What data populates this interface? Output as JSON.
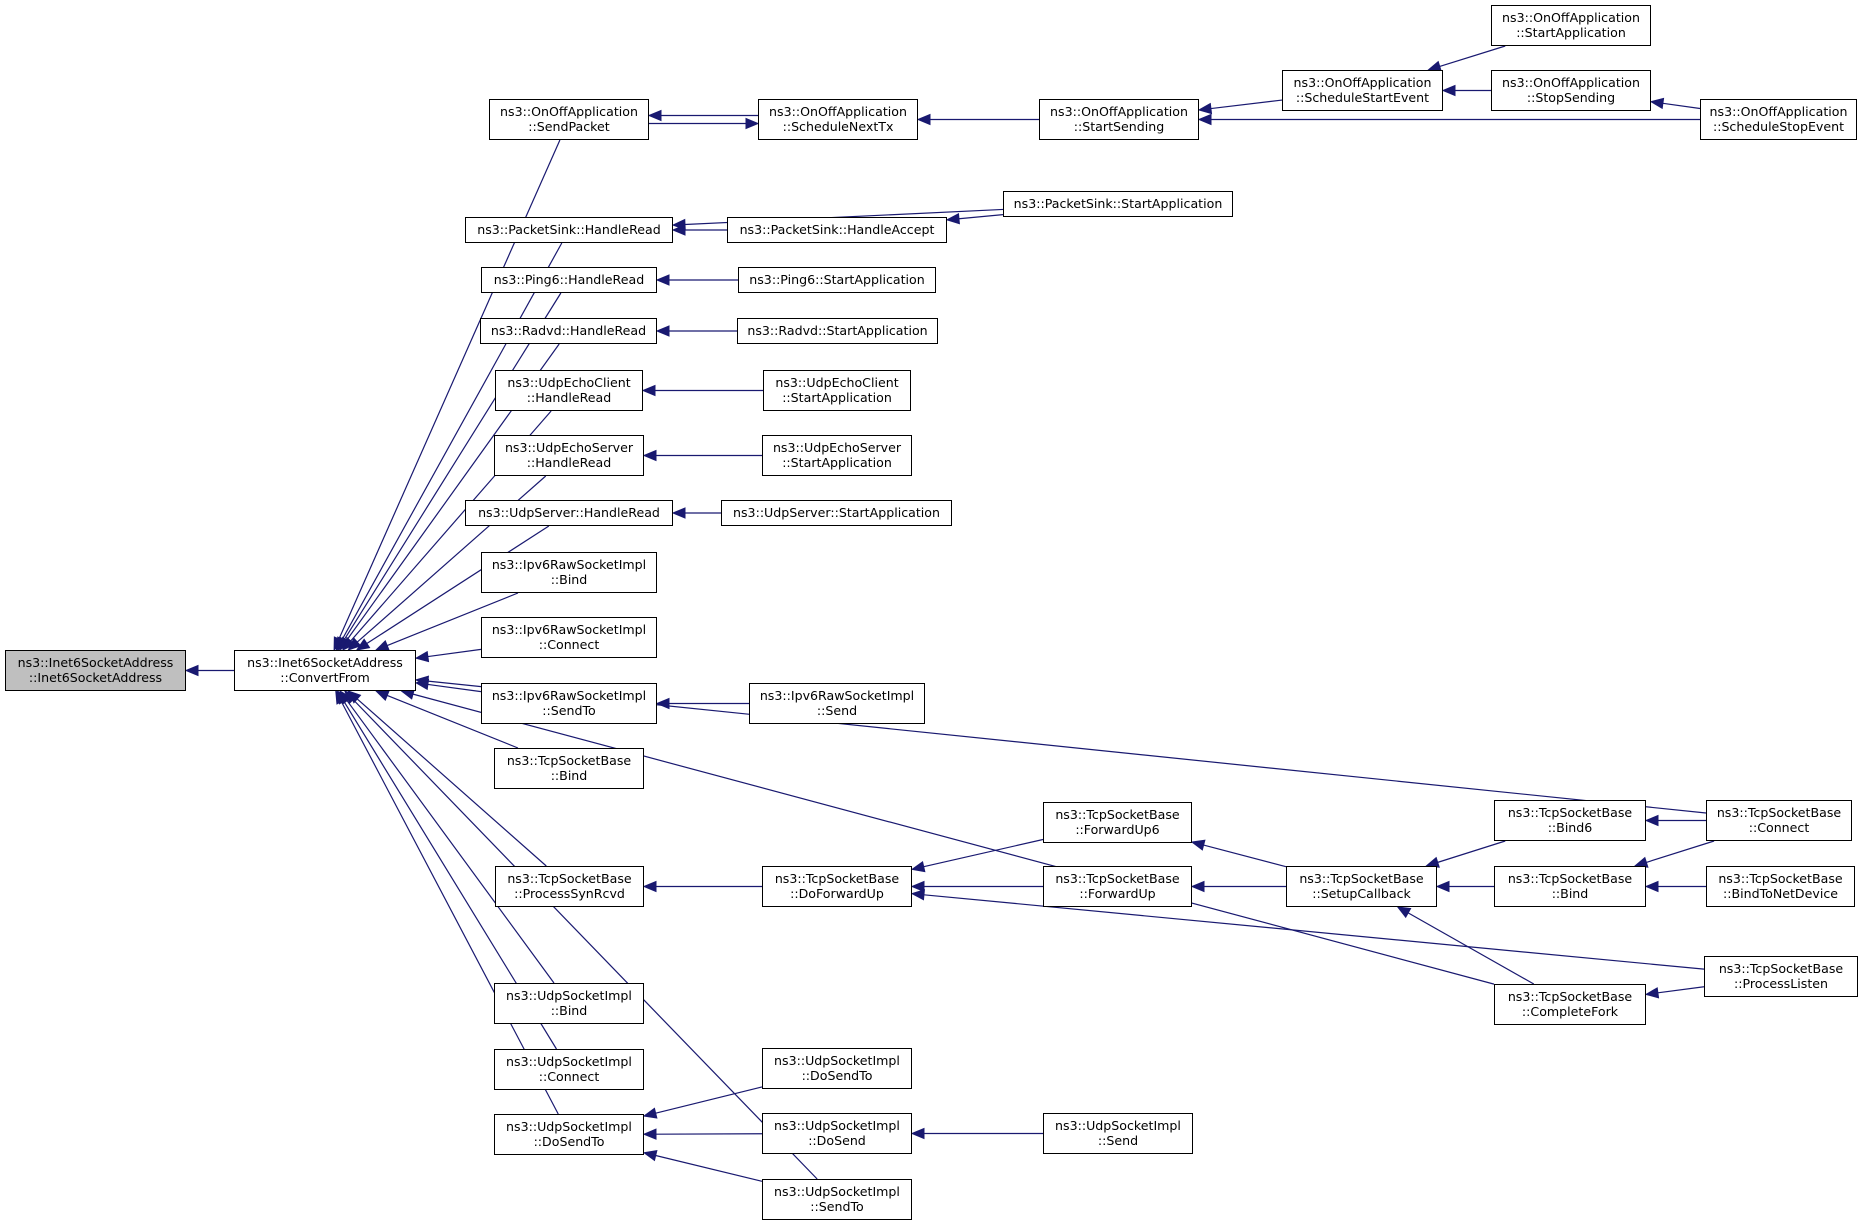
{
  "colors": {
    "edge": "#191970",
    "node_border": "#000000",
    "node_fill": "#ffffff",
    "root_fill": "#bfbfbf"
  },
  "nodes": {
    "root": [
      "ns3::Inet6SocketAddress",
      "::Inet6SocketAddress"
    ],
    "convertfrom": [
      "ns3::Inet6SocketAddress",
      "::ConvertFrom"
    ],
    "onoff_sendpacket": [
      "ns3::OnOffApplication",
      "::SendPacket"
    ],
    "onoff_schedulenexttx": [
      "ns3::OnOffApplication",
      "::ScheduleNextTx"
    ],
    "onoff_startsending": [
      "ns3::OnOffApplication",
      "::StartSending"
    ],
    "onoff_schedulestartevent": [
      "ns3::OnOffApplication",
      "::ScheduleStartEvent"
    ],
    "onoff_startapplication": [
      "ns3::OnOffApplication",
      "::StartApplication"
    ],
    "onoff_stopsending": [
      "ns3::OnOffApplication",
      "::StopSending"
    ],
    "onoff_schedulestopevent": [
      "ns3::OnOffApplication",
      "::ScheduleStopEvent"
    ],
    "packetsink_handleread": [
      "ns3::PacketSink::HandleRead"
    ],
    "packetsink_handleaccept": [
      "ns3::PacketSink::HandleAccept"
    ],
    "packetsink_startapplication": [
      "ns3::PacketSink::StartApplication"
    ],
    "ping6_handleread": [
      "ns3::Ping6::HandleRead"
    ],
    "ping6_startapplication": [
      "ns3::Ping6::StartApplication"
    ],
    "radvd_handleread": [
      "ns3::Radvd::HandleRead"
    ],
    "radvd_startapplication": [
      "ns3::Radvd::StartApplication"
    ],
    "udpechoclient_handleread": [
      "ns3::UdpEchoClient",
      "::HandleRead"
    ],
    "udpechoclient_startapplication": [
      "ns3::UdpEchoClient",
      "::StartApplication"
    ],
    "udpechoserver_handleread": [
      "ns3::UdpEchoServer",
      "::HandleRead"
    ],
    "udpechoserver_startapplication": [
      "ns3::UdpEchoServer",
      "::StartApplication"
    ],
    "udpserver_handleread": [
      "ns3::UdpServer::HandleRead"
    ],
    "udpserver_startapplication": [
      "ns3::UdpServer::StartApplication"
    ],
    "ipv6raw_bind": [
      "ns3::Ipv6RawSocketImpl",
      "::Bind"
    ],
    "ipv6raw_connect": [
      "ns3::Ipv6RawSocketImpl",
      "::Connect"
    ],
    "ipv6raw_sendto": [
      "ns3::Ipv6RawSocketImpl",
      "::SendTo"
    ],
    "ipv6raw_send": [
      "ns3::Ipv6RawSocketImpl",
      "::Send"
    ],
    "tcp_bind_left": [
      "ns3::TcpSocketBase",
      "::Bind"
    ],
    "tcp_connect": [
      "ns3::TcpSocketBase",
      "::Connect"
    ],
    "tcp_processsynrcvd": [
      "ns3::TcpSocketBase",
      "::ProcessSynRcvd"
    ],
    "tcp_doforwardup": [
      "ns3::TcpSocketBase",
      "::DoForwardUp"
    ],
    "tcp_forwardup6": [
      "ns3::TcpSocketBase",
      "::ForwardUp6"
    ],
    "tcp_forwardup": [
      "ns3::TcpSocketBase",
      "::ForwardUp"
    ],
    "tcp_setupcallback": [
      "ns3::TcpSocketBase",
      "::SetupCallback"
    ],
    "tcp_bind6": [
      "ns3::TcpSocketBase",
      "::Bind6"
    ],
    "tcp_bind_right": [
      "ns3::TcpSocketBase",
      "::Bind"
    ],
    "tcp_bindtonetdevice": [
      "ns3::TcpSocketBase",
      "::BindToNetDevice"
    ],
    "tcp_completefork": [
      "ns3::TcpSocketBase",
      "::CompleteFork"
    ],
    "tcp_processlisten": [
      "ns3::TcpSocketBase",
      "::ProcessListen"
    ],
    "udpimpl_bind": [
      "ns3::UdpSocketImpl",
      "::Bind"
    ],
    "udpimpl_connect": [
      "ns3::UdpSocketImpl",
      "::Connect"
    ],
    "udpimpl_dosendto_left": [
      "ns3::UdpSocketImpl",
      "::DoSendTo"
    ],
    "udpimpl_dosendto_mid": [
      "ns3::UdpSocketImpl",
      "::DoSendTo"
    ],
    "udpimpl_dosend": [
      "ns3::UdpSocketImpl",
      "::DoSend"
    ],
    "udpimpl_send": [
      "ns3::UdpSocketImpl",
      "::Send"
    ],
    "udpimpl_sendto": [
      "ns3::UdpSocketImpl",
      "::SendTo"
    ]
  },
  "edges": [
    [
      "convertfrom",
      "root"
    ],
    [
      "onoff_sendpacket",
      "convertfrom"
    ],
    [
      "packetsink_handleread",
      "convertfrom"
    ],
    [
      "ping6_handleread",
      "convertfrom"
    ],
    [
      "radvd_handleread",
      "convertfrom"
    ],
    [
      "udpechoclient_handleread",
      "convertfrom"
    ],
    [
      "udpechoserver_handleread",
      "convertfrom"
    ],
    [
      "udpserver_handleread",
      "convertfrom"
    ],
    [
      "ipv6raw_bind",
      "convertfrom"
    ],
    [
      "ipv6raw_connect",
      "convertfrom"
    ],
    [
      "ipv6raw_sendto",
      "convertfrom"
    ],
    [
      "tcp_bind_left",
      "convertfrom"
    ],
    [
      "tcp_connect",
      "convertfrom"
    ],
    [
      "tcp_processsynrcvd",
      "convertfrom"
    ],
    [
      "tcp_completefork",
      "convertfrom"
    ],
    [
      "udpimpl_bind",
      "convertfrom"
    ],
    [
      "udpimpl_connect",
      "convertfrom"
    ],
    [
      "udpimpl_dosendto_left",
      "convertfrom"
    ],
    [
      "udpimpl_sendto",
      "convertfrom"
    ],
    [
      "onoff_schedulenexttx",
      "onoff_sendpacket"
    ],
    [
      "onoff_sendpacket",
      "onoff_schedulenexttx"
    ],
    [
      "onoff_startsending",
      "onoff_schedulenexttx"
    ],
    [
      "onoff_schedulestartevent",
      "onoff_startsending"
    ],
    [
      "onoff_schedulestopevent",
      "onoff_startsending"
    ],
    [
      "onoff_startapplication",
      "onoff_schedulestartevent"
    ],
    [
      "onoff_stopsending",
      "onoff_schedulestartevent"
    ],
    [
      "onoff_schedulestopevent",
      "onoff_stopsending"
    ],
    [
      "packetsink_handleaccept",
      "packetsink_handleread"
    ],
    [
      "packetsink_startapplication",
      "packetsink_handleread"
    ],
    [
      "packetsink_startapplication",
      "packetsink_handleaccept"
    ],
    [
      "ping6_startapplication",
      "ping6_handleread"
    ],
    [
      "radvd_startapplication",
      "radvd_handleread"
    ],
    [
      "udpechoclient_startapplication",
      "udpechoclient_handleread"
    ],
    [
      "udpechoserver_startapplication",
      "udpechoserver_handleread"
    ],
    [
      "udpserver_startapplication",
      "udpserver_handleread"
    ],
    [
      "ipv6raw_send",
      "ipv6raw_sendto"
    ],
    [
      "tcp_doforwardup",
      "tcp_processsynrcvd"
    ],
    [
      "tcp_forwardup6",
      "tcp_doforwardup"
    ],
    [
      "tcp_forwardup",
      "tcp_doforwardup"
    ],
    [
      "tcp_processlisten",
      "tcp_doforwardup"
    ],
    [
      "tcp_setupcallback",
      "tcp_forwardup6"
    ],
    [
      "tcp_setupcallback",
      "tcp_forwardup"
    ],
    [
      "tcp_bind6",
      "tcp_setupcallback"
    ],
    [
      "tcp_bind_right",
      "tcp_setupcallback"
    ],
    [
      "tcp_completefork",
      "tcp_setupcallback"
    ],
    [
      "tcp_connect",
      "tcp_bind6"
    ],
    [
      "tcp_connect",
      "tcp_bind_right"
    ],
    [
      "tcp_bindtonetdevice",
      "tcp_bind_right"
    ],
    [
      "tcp_processlisten",
      "tcp_completefork"
    ],
    [
      "udpimpl_dosendto_mid",
      "udpimpl_dosendto_left"
    ],
    [
      "udpimpl_dosend",
      "udpimpl_dosendto_left"
    ],
    [
      "udpimpl_sendto",
      "udpimpl_dosendto_left"
    ],
    [
      "udpimpl_send",
      "udpimpl_dosend"
    ]
  ]
}
